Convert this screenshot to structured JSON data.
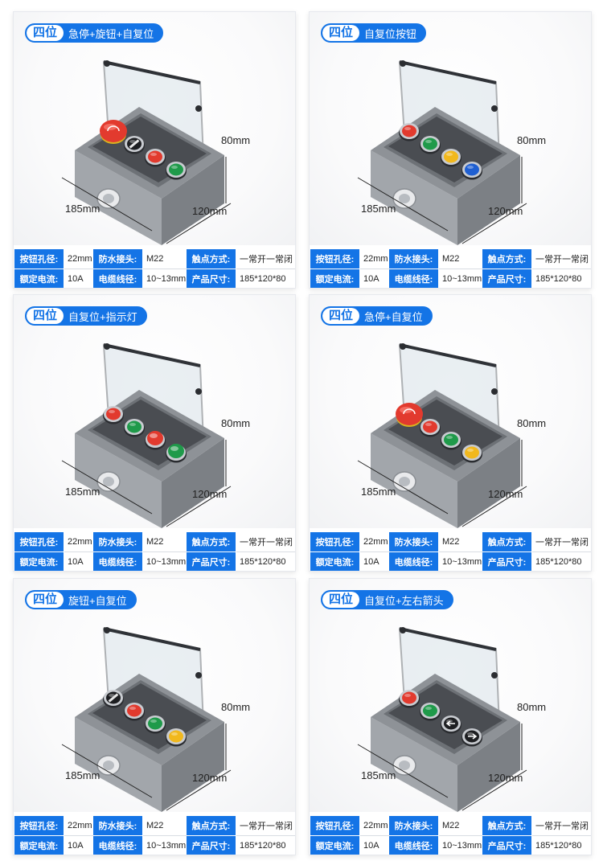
{
  "cards": [
    {
      "position_label": "四位",
      "description": "急停+旋钮+自复位",
      "buttons": [
        "estop",
        "selector",
        "red",
        "green"
      ],
      "dimensions": {
        "length": "185mm",
        "width": "120mm",
        "height": "80mm"
      },
      "specs": {
        "hole_label": "按钮孔径:",
        "hole_value": "22mm",
        "connector_label": "防水接头:",
        "connector_value": "M22",
        "contact_label": "触点方式:",
        "contact_value": "一常开一常闭",
        "current_label": "额定电流:",
        "current_value": "10A",
        "cable_label": "电缆线径:",
        "cable_value": "10~13mm",
        "size_label": "产品尺寸:",
        "size_value": "185*120*80"
      }
    },
    {
      "position_label": "四位",
      "description": "自复位按钮",
      "buttons": [
        "red",
        "green",
        "yellow",
        "blue"
      ],
      "dimensions": {
        "length": "185mm",
        "width": "120mm",
        "height": "80mm"
      },
      "specs": {
        "hole_label": "按钮孔径:",
        "hole_value": "22mm",
        "connector_label": "防水接头:",
        "connector_value": "M22",
        "contact_label": "触点方式:",
        "contact_value": "一常开一常闭",
        "current_label": "额定电流:",
        "current_value": "10A",
        "cable_label": "电缆线径:",
        "cable_value": "10~13mm",
        "size_label": "产品尺寸:",
        "size_value": "185*120*80"
      }
    },
    {
      "position_label": "四位",
      "description": "自复位+指示灯",
      "buttons": [
        "red",
        "green",
        "red-lamp",
        "green-lamp"
      ],
      "dimensions": {
        "length": "185mm",
        "width": "120mm",
        "height": "80mm"
      },
      "specs": {
        "hole_label": "按钮孔径:",
        "hole_value": "22mm",
        "connector_label": "防水接头:",
        "connector_value": "M22",
        "contact_label": "触点方式:",
        "contact_value": "一常开一常闭",
        "current_label": "额定电流:",
        "current_value": "10A",
        "cable_label": "电缆线径:",
        "cable_value": "10~13mm",
        "size_label": "产品尺寸:",
        "size_value": "185*120*80"
      }
    },
    {
      "position_label": "四位",
      "description": "急停+自复位",
      "buttons": [
        "estop",
        "red",
        "green",
        "yellow"
      ],
      "dimensions": {
        "length": "185mm",
        "width": "120mm",
        "height": "80mm"
      },
      "specs": {
        "hole_label": "按钮孔径:",
        "hole_value": "22mm",
        "connector_label": "防水接头:",
        "connector_value": "M22",
        "contact_label": "触点方式:",
        "contact_value": "一常开一常闭",
        "current_label": "额定电流:",
        "current_value": "10A",
        "cable_label": "电缆线径:",
        "cable_value": "10~13mm",
        "size_label": "产品尺寸:",
        "size_value": "185*120*80"
      }
    },
    {
      "position_label": "四位",
      "description": "旋钮+自复位",
      "buttons": [
        "selector",
        "red",
        "green",
        "yellow"
      ],
      "dimensions": {
        "length": "185mm",
        "width": "120mm",
        "height": "80mm"
      },
      "specs": {
        "hole_label": "按钮孔径:",
        "hole_value": "22mm",
        "connector_label": "防水接头:",
        "connector_value": "M22",
        "contact_label": "触点方式:",
        "contact_value": "一常开一常闭",
        "current_label": "额定电流:",
        "current_value": "10A",
        "cable_label": "电缆线径:",
        "cable_value": "10~13mm",
        "size_label": "产品尺寸:",
        "size_value": "185*120*80"
      }
    },
    {
      "position_label": "四位",
      "description": "自复位+左右箭头",
      "buttons": [
        "red",
        "green",
        "arrow-left",
        "arrow-right"
      ],
      "dimensions": {
        "length": "185mm",
        "width": "120mm",
        "height": "80mm"
      },
      "specs": {
        "hole_label": "按钮孔径:",
        "hole_value": "22mm",
        "connector_label": "防水接头:",
        "connector_value": "M22",
        "contact_label": "触点方式:",
        "contact_value": "一常开一常闭",
        "current_label": "额定电流:",
        "current_value": "10A",
        "cable_label": "电缆线径:",
        "cable_value": "10~13mm",
        "size_label": "产品尺寸:",
        "size_value": "185*120*80"
      }
    }
  ],
  "colors": {
    "accent": "#1474e6",
    "red": "#e23a2e",
    "green": "#1f9a4a",
    "yellow": "#f1b81d",
    "blue": "#1f5fd1",
    "enclosure": "#8e9297"
  }
}
